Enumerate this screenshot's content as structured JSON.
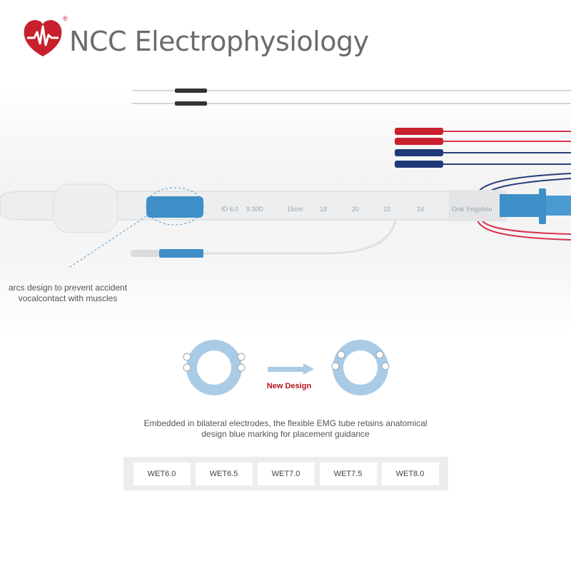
{
  "header": {
    "brand": "NCC Electrophysiology",
    "registered_mark": "®",
    "logo_icon": "waveform-heart-logo",
    "brand_color": "#c8202d"
  },
  "tube": {
    "markings": {
      "id_label": "ID 6.0",
      "code": "9.30D",
      "cm15": "15cm",
      "cm18": "18",
      "cm20": "20",
      "cm22": "22",
      "cm24": "24",
      "brand_text": "Oral Yingshou"
    }
  },
  "captions": {
    "arcs": "arcs design to prevent accident\nvocalcontact with muscles",
    "new_design": "New Design",
    "embedded": "Embedded in bilateral electrodes, the flexible EMG tube retains anatomical\ndesign blue marking for placement guidance"
  },
  "sizes": [
    "WET6.0",
    "WET6.5",
    "WET7.0",
    "WET7.5",
    "WET8.0"
  ],
  "colors": {
    "tube_blue": "#3e8fc7",
    "electrode_red": "#d8334a",
    "electrode_navy": "#283f78",
    "ring_blue": "#a9cbe6"
  }
}
